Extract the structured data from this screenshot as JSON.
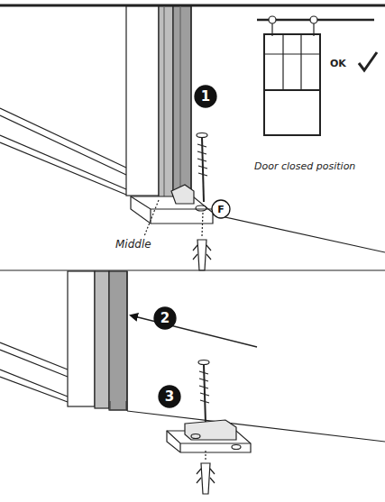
{
  "diagram": {
    "nodes": [
      {
        "text": [
          "1"
        ]
      },
      {
        "text": [
          "F"
        ]
      },
      {
        "text": [
          "2"
        ]
      },
      {
        "text": [
          "3"
        ]
      }
    ],
    "labels": [
      "OK",
      "Door closed position",
      "Middle"
    ]
  }
}
